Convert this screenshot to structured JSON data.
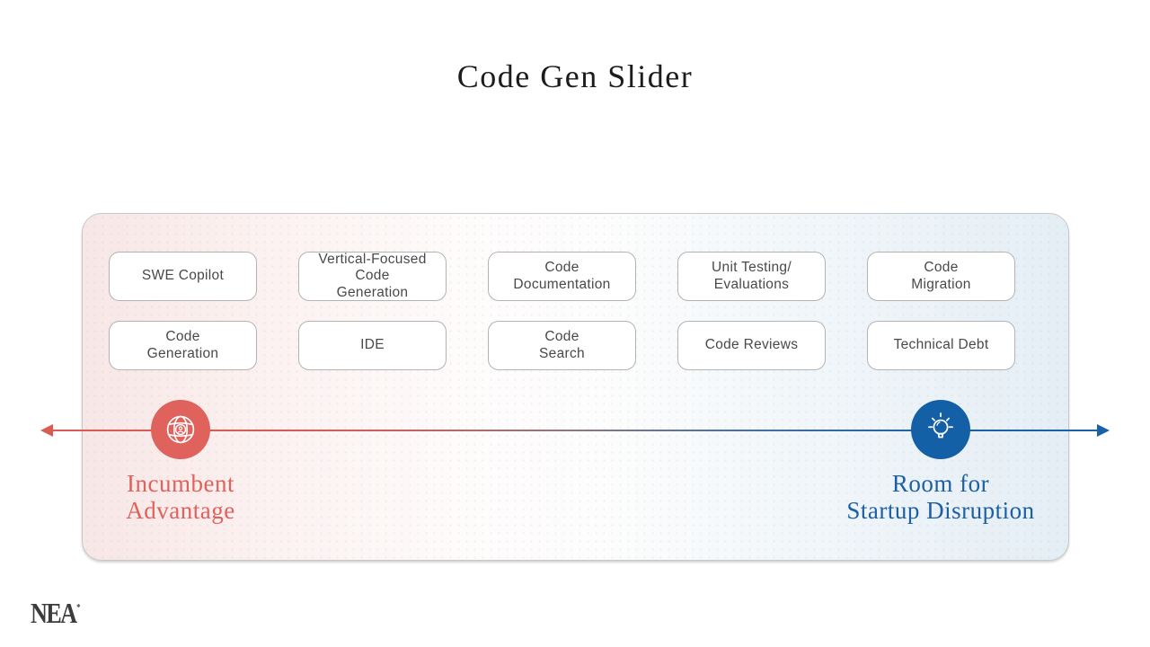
{
  "title": "Code Gen Slider",
  "panel": {
    "boxes": [
      "SWE Copilot",
      "Vertical-Focused\nCode\nGeneration",
      "Code\nDocumentation",
      "Unit Testing/\nEvaluations",
      "Code\nMigration",
      "Code\nGeneration",
      "IDE",
      "Code\nSearch",
      "Code Reviews",
      "Technical Debt"
    ]
  },
  "slider": {
    "left_label": "Incumbent\nAdvantage",
    "right_label": "Room for\nStartup Disruption",
    "left_icon": "globe-user-icon",
    "right_icon": "lightbulb-icon",
    "left_color": "#df625d",
    "right_color": "#1460a7",
    "line_left_color": "#dc5a54",
    "line_right_color": "#1a61a8"
  },
  "footer": {
    "logo_text": "NEA",
    "logo_mark": "*"
  }
}
